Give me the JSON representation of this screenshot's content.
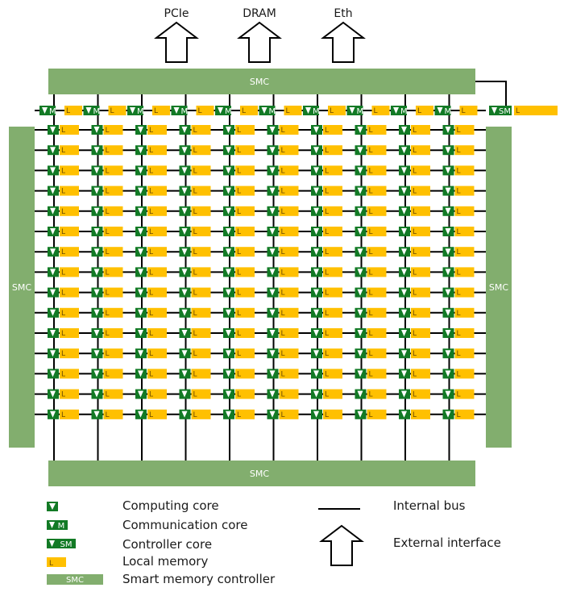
{
  "interfaces": [
    {
      "label": "PCIe"
    },
    {
      "label": "DRAM"
    },
    {
      "label": "Eth"
    }
  ],
  "smc_label": "SMC",
  "chip_labels": {
    "communication": "M",
    "controller": "SM",
    "memory": "L"
  },
  "grid": {
    "columns": 10,
    "compute_rows": 15
  },
  "legend": {
    "computing_core": "Computing core",
    "communication_core": "Communication core",
    "controller_core": "Controller core",
    "local_memory": "Local memory",
    "smart_memory_controller": "Smart memory controller",
    "internal_bus": "Internal bus",
    "external_interface": "External interface",
    "sample_memory": "L",
    "sample_smc": "SMC",
    "sample_comm": "M",
    "sample_ctrl": "SM"
  },
  "colors": {
    "smc": "#82ae6e",
    "core": "#127a25",
    "memory": "#ffc000",
    "bus": "#000000"
  }
}
